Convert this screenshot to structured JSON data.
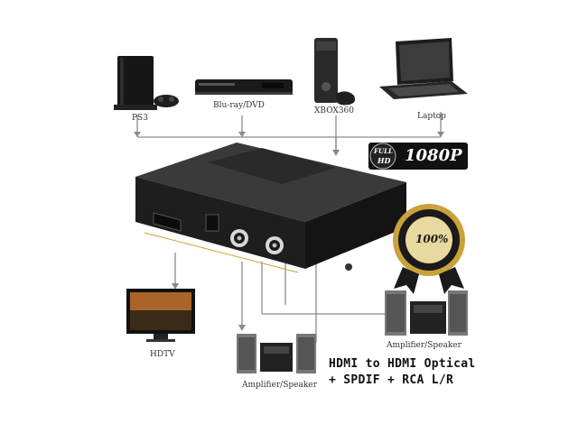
{
  "sources": [
    {
      "label": "PS3"
    },
    {
      "label": "Blu-ray/DVD"
    },
    {
      "label": "XBOX360"
    },
    {
      "label": "Laptop"
    }
  ],
  "outputs": {
    "hdtv_label": "HDTV",
    "amp_left_label": "Amplifier/Speaker",
    "amp_right_label": "Amplifier/Speaker"
  },
  "badge": {
    "full_hd_line1": "FULL",
    "full_hd_line2": "HD",
    "resolution": "1080P",
    "seal_text": "100%"
  },
  "caption": {
    "line1": "HDMI to HDMI Optical",
    "line2": "+ SPDIF + RCA L/R"
  },
  "colors": {
    "wire": "#888888",
    "device_body": "#1b1b1b",
    "gold": "#c9a23a"
  }
}
